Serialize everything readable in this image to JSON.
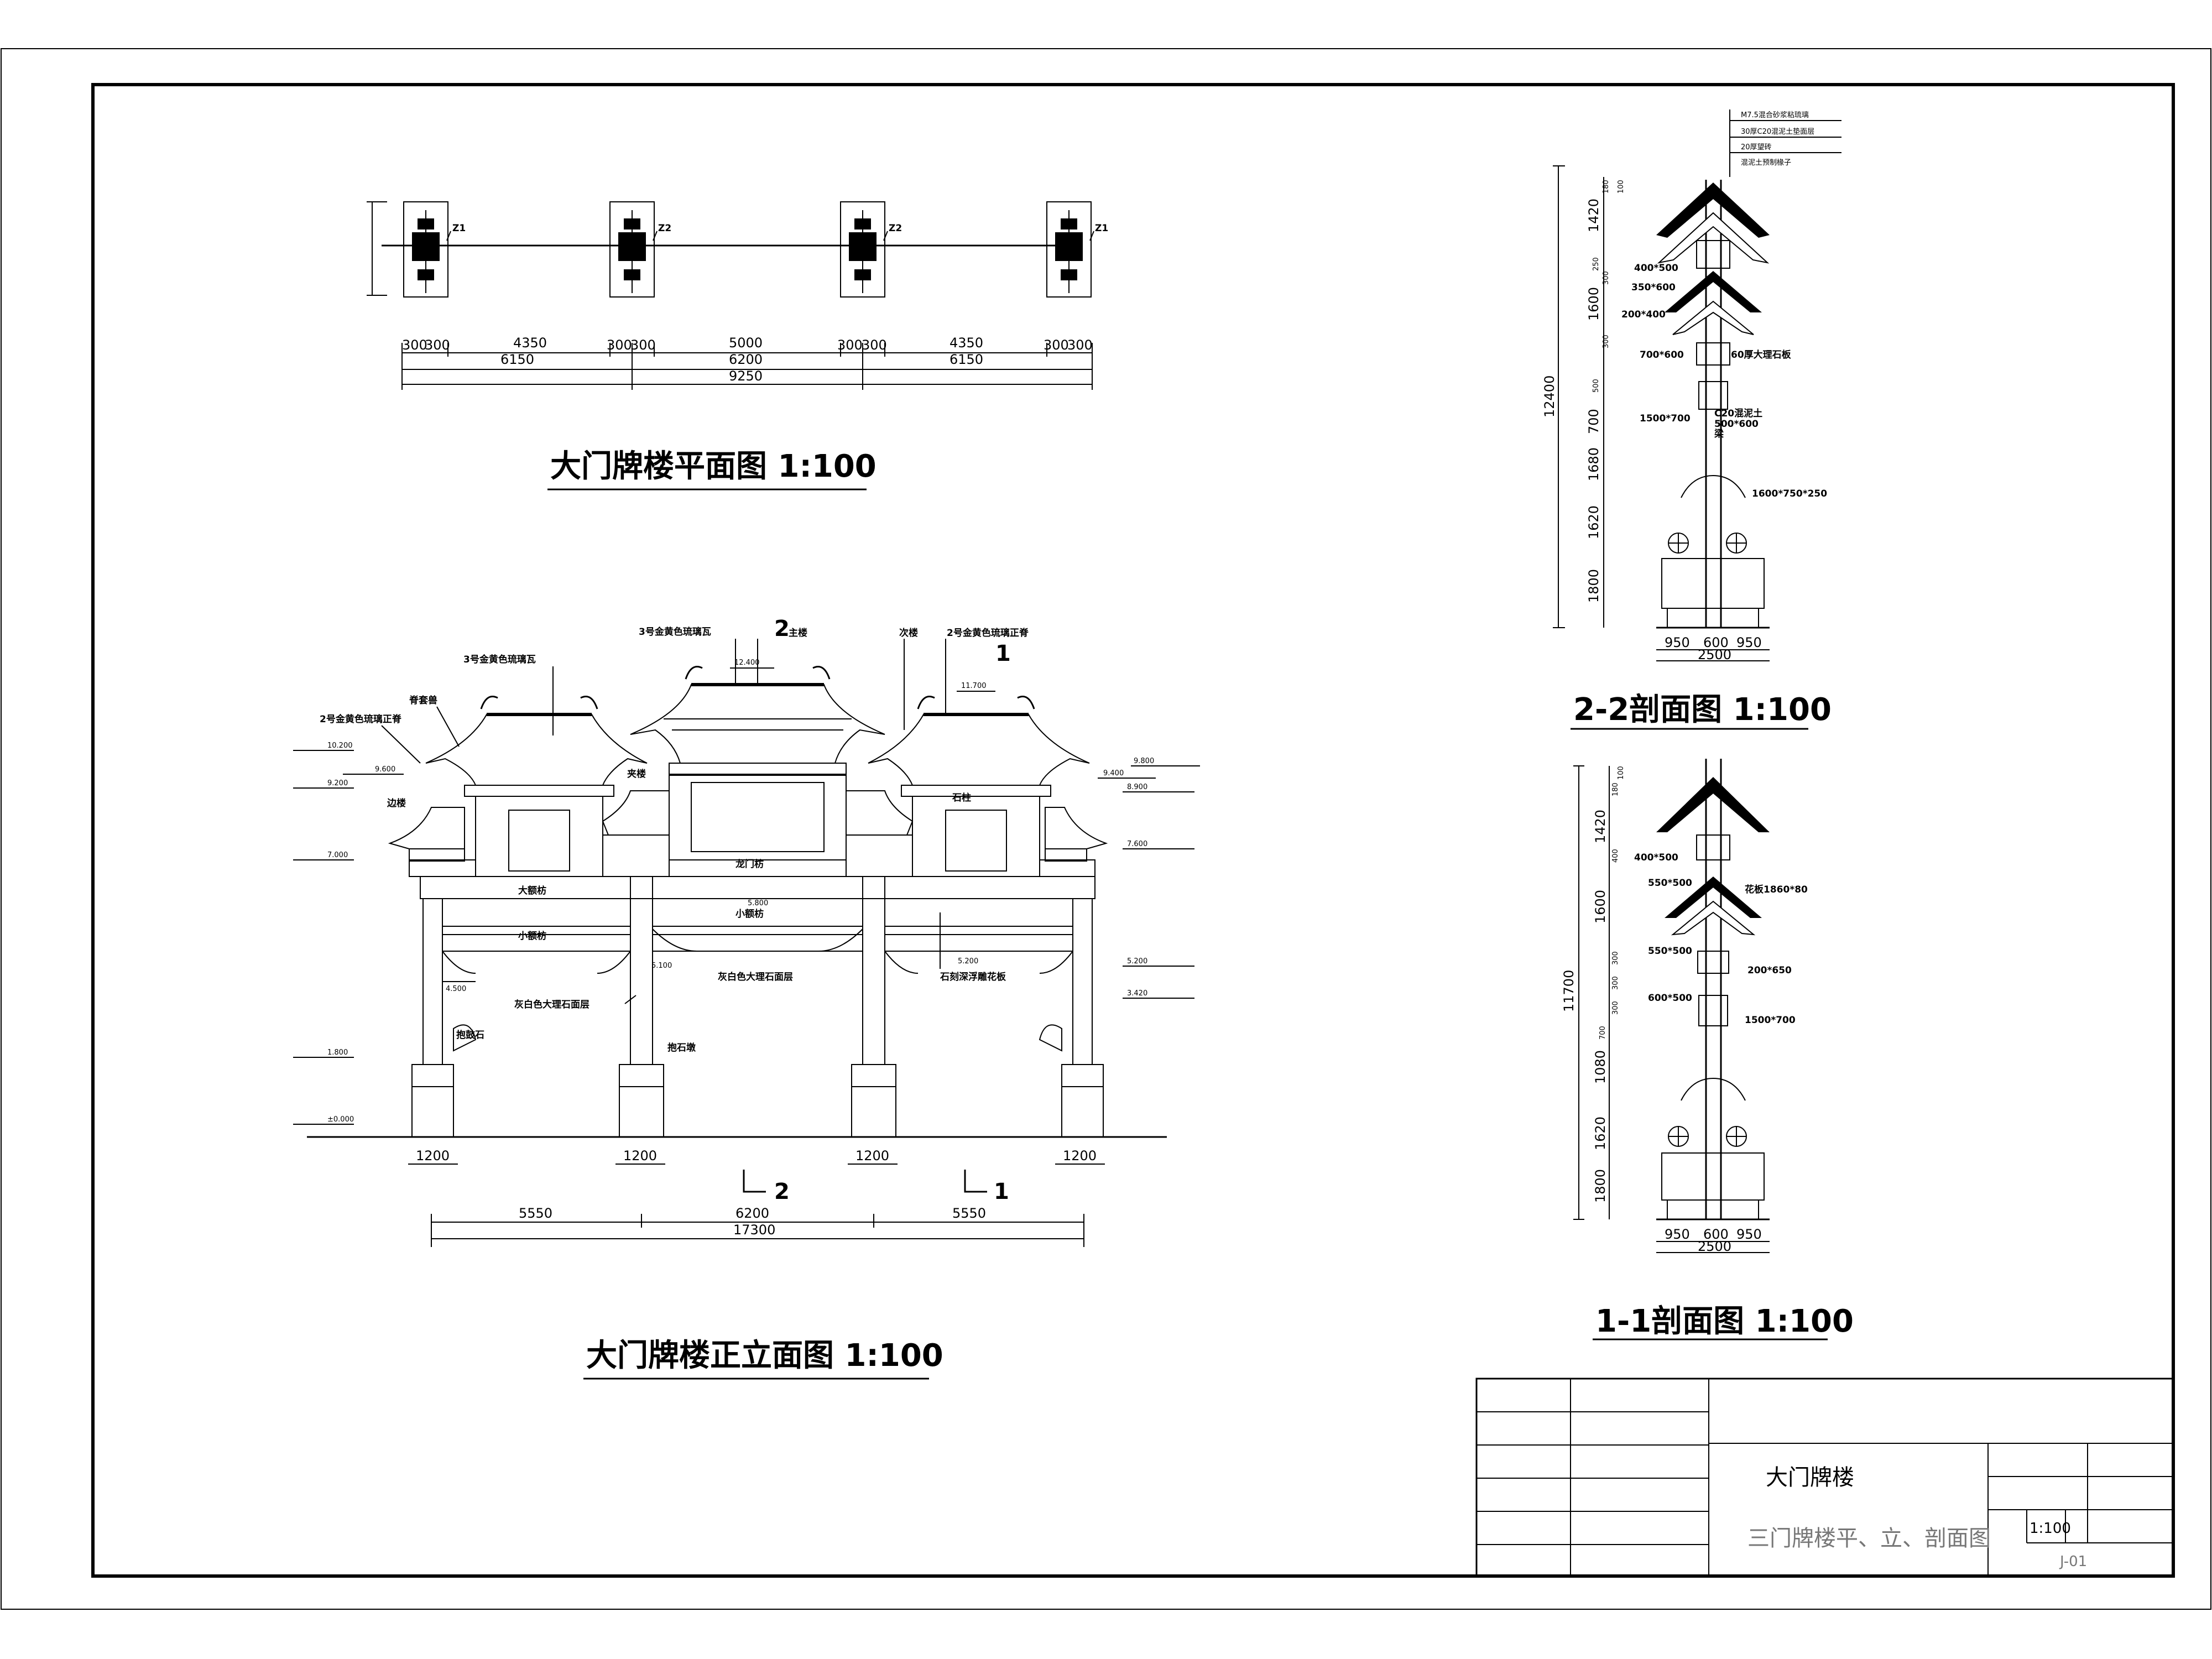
{
  "plan": {
    "title": "大门牌楼平面图 1:100",
    "columns": [
      "Z1",
      "Z2",
      "Z2",
      "Z1"
    ],
    "dims_small": [
      "300",
      "300",
      "300",
      "300",
      "300",
      "300",
      "300",
      "300"
    ],
    "dims_row1": [
      "4350",
      "5000",
      "4350"
    ],
    "dims_row2": [
      "6150",
      "6200",
      "6150"
    ],
    "dims_total": "9250"
  },
  "elevation": {
    "title": "大门牌楼正立面图 1:100",
    "labels": {
      "tile3_left": "3号金黄色琉璃瓦",
      "tile3_mid": "3号金黄色琉璃瓦",
      "main_tower": "主楼",
      "secondary": "次楼",
      "ridge2_right": "2号金黄色琉璃正脊",
      "ridge_beast": "脊套兽",
      "ridge2_left": "2号金黄色琉璃正脊",
      "jialou": "夹楼",
      "bianlou": "边楼",
      "shizhu": "石柱",
      "longmenfang": "龙门枋",
      "dae": "大额枋",
      "xiaoe_left": "小额枋",
      "xiaoe_mid": "小额枋",
      "marble_left": "灰白色大理石面层",
      "marble_mid": "灰白色大理石面层",
      "carved": "石刻深浮雕花板",
      "baogu": "抱鼓石",
      "baoshi": "抱石墩",
      "sec2": "2",
      "sec1": "1",
      "sec2b": "2",
      "sec1b": "1"
    },
    "elev_left": [
      "10.200",
      "9.600",
      "9.200",
      "7.000",
      "4.500",
      "1.800",
      "±0.000"
    ],
    "elev_right": [
      "9.800",
      "9.400",
      "8.900",
      "7.600",
      "5.200",
      "3.420"
    ],
    "elev_inner": [
      "12.400",
      "11.700",
      "5.800",
      "5.100",
      "5.200"
    ],
    "col_widths": [
      "1200",
      "1200",
      "1200",
      "1200"
    ],
    "dims_row1": [
      "5550",
      "6200",
      "5550"
    ],
    "dims_total": "17300"
  },
  "section22": {
    "title": "2-2剖面图 1:100",
    "top_notes": [
      "M7.5混合砂浆粘琉璃",
      "30厚C20混泥土垫面层",
      "20厚望砖",
      "混泥土预制椽子"
    ],
    "labels": [
      "400*500",
      "350*600",
      "200*400",
      "700*600",
      "60厚大理石板",
      "1500*700",
      "C20混泥土",
      "500*600",
      "梁",
      "1600*750*250"
    ],
    "vdims": [
      "100",
      "180",
      "1420",
      "250",
      "300",
      "1600",
      "300",
      "500",
      "700",
      "1680",
      "1620",
      "1800"
    ],
    "total": "12400",
    "bottom": [
      "950",
      "600",
      "950"
    ],
    "bottom_total": "2500"
  },
  "section11": {
    "title": "1-1剖面图 1:100",
    "labels": [
      "400*500",
      "550*500",
      "花板1860*80",
      "550*500",
      "200*650",
      "600*500",
      "1500*700"
    ],
    "vdims": [
      "100",
      "180",
      "1420",
      "400",
      "1600",
      "300",
      "300",
      "300",
      "700",
      "1080",
      "1620",
      "1800"
    ],
    "total": "11700",
    "bottom": [
      "950",
      "600",
      "950"
    ],
    "bottom_total": "2500"
  },
  "titleblock": {
    "project": "大门牌楼",
    "drawing": "三门牌楼平、立、剖面图",
    "scale": "1:100",
    "number": "J-01"
  }
}
